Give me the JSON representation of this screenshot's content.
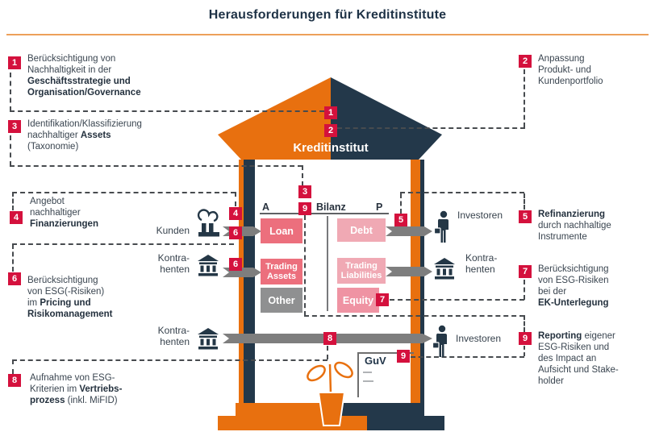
{
  "title": "Herausforderungen für Kreditinstitute",
  "house": {
    "label": "Kreditinstitut"
  },
  "balance_sheet": {
    "assets_header": "A",
    "title": "Bilanz",
    "liabilities_header": "P",
    "asset_items": [
      {
        "label": "Loan"
      },
      {
        "label": "Trading Assets"
      },
      {
        "label": "Other"
      }
    ],
    "liability_items": [
      {
        "label": "Debt"
      },
      {
        "label": "Trading Liabilities"
      },
      {
        "label": "Equity"
      }
    ]
  },
  "guv": {
    "label": "GuV"
  },
  "actors": {
    "left": [
      {
        "label_lines": [
          "Kunden"
        ],
        "icon": "factory-cloud-icon"
      },
      {
        "label_lines": [
          "Kontra-",
          "henten"
        ],
        "icon": "bank-icon"
      },
      {
        "label_lines": [
          "Kontra-",
          "henten"
        ],
        "icon": "bank-icon"
      }
    ],
    "right": [
      {
        "label_lines": [
          "Investoren"
        ],
        "icon": "investor-person-icon"
      },
      {
        "label_lines": [
          "Kontra-",
          "henten"
        ],
        "icon": "bank-icon"
      },
      {
        "label_lines": [
          "Investoren"
        ],
        "icon": "investor-person-icon"
      }
    ]
  },
  "challenges": {
    "left": [
      {
        "num": "1",
        "lines": [
          [
            {
              "t": "Berücksichtigung von"
            }
          ],
          [
            {
              "t": "Nachhaltigkeit in der"
            }
          ],
          [
            {
              "t": "Geschäftsstrategie und",
              "b": 1
            }
          ],
          [
            {
              "t": "Organisation/Governance",
              "b": 1
            }
          ]
        ]
      },
      {
        "num": "3",
        "lines": [
          [
            {
              "t": "Identifikation/Klassifizierung"
            }
          ],
          [
            {
              "t": "nachhaltiger "
            },
            {
              "t": "Assets",
              "b": 1
            }
          ],
          [
            {
              "t": "(Taxonomie)"
            }
          ]
        ]
      },
      {
        "num": "4",
        "lines": [
          [
            {
              "t": "Angebot"
            }
          ],
          [
            {
              "t": "nachhaltiger"
            }
          ],
          [
            {
              "t": "Finanzierungen",
              "b": 1
            }
          ]
        ]
      },
      {
        "num": "6",
        "lines": [
          [
            {
              "t": "Berücksichtigung"
            }
          ],
          [
            {
              "t": "von ESG(-Risiken)"
            }
          ],
          [
            {
              "t": "im "
            },
            {
              "t": "Pricing und",
              "b": 1
            }
          ],
          [
            {
              "t": "Risikomanagement",
              "b": 1
            }
          ]
        ]
      },
      {
        "num": "8",
        "lines": [
          [
            {
              "t": "Aufnahme von ESG-"
            }
          ],
          [
            {
              "t": "Kriterien im "
            },
            {
              "t": "Vertriebs-",
              "b": 1
            }
          ],
          [
            {
              "t": "prozess",
              "b": 1
            },
            {
              "t": " (inkl. MiFID)"
            }
          ]
        ]
      }
    ],
    "right": [
      {
        "num": "2",
        "lines": [
          [
            {
              "t": "Anpassung"
            }
          ],
          [
            {
              "t": "Produkt- und"
            }
          ],
          [
            {
              "t": "Kundenportfolio"
            }
          ]
        ]
      },
      {
        "num": "5",
        "lines": [
          [
            {
              "t": "Refinanzierung",
              "b": 1
            }
          ],
          [
            {
              "t": "durch nachhaltige"
            }
          ],
          [
            {
              "t": "Instrumente"
            }
          ]
        ]
      },
      {
        "num": "7",
        "lines": [
          [
            {
              "t": "Berücksichtigung"
            }
          ],
          [
            {
              "t": "von ESG-Risiken"
            }
          ],
          [
            {
              "t": "bei der"
            }
          ],
          [
            {
              "t": "EK-Unterlegung",
              "b": 1
            }
          ]
        ]
      },
      {
        "num": "9",
        "lines": [
          [
            {
              "t": "Reporting",
              "b": 1
            },
            {
              "t": " eigener"
            }
          ],
          [
            {
              "t": "ESG-Risiken und"
            }
          ],
          [
            {
              "t": "des Impact an"
            }
          ],
          [
            {
              "t": "Aufsicht und Stake-"
            }
          ],
          [
            {
              "t": "holder"
            }
          ]
        ]
      }
    ]
  },
  "diagram_badges": {
    "roof1": "1",
    "roof2": "2",
    "bilanz3": "3",
    "bilanz9": "9",
    "wall4": "4",
    "wall6a": "6",
    "wall6b": "6",
    "wall5": "5",
    "equity7": "7",
    "arrow8": "8",
    "guv9": "9"
  },
  "colors": {
    "orange": "#e8700f",
    "navy": "#23384a",
    "crimson": "#d4113d",
    "rose": "#ec6f7d",
    "light_pink": "#f0a9b4",
    "mid_pink": "#ef93a3",
    "gray_box": "#8f9091",
    "arrow_gray": "#7e7e7e",
    "underline_orange": "#eda05a"
  }
}
